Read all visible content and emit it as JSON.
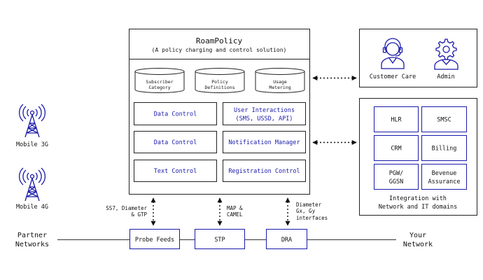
{
  "core": {
    "title": "RoamPolicy",
    "subtitle": "(A policy charging and control solution)",
    "databases": [
      {
        "line1": "Subscriber",
        "line2": "Category"
      },
      {
        "line1": "Policy",
        "line2": "Definitions"
      },
      {
        "line1": "Usage",
        "line2": "Metering"
      }
    ],
    "left_modules": [
      "Data Control",
      "Data Control",
      "Text Control"
    ],
    "right_modules": [
      {
        "line1": "User Interactions",
        "line2": "(SMS, USSD, API)"
      },
      {
        "line1": "Notification Manager",
        "line2": ""
      },
      {
        "line1": "Registration Control",
        "line2": ""
      }
    ]
  },
  "users": {
    "customer_care": "Customer Care",
    "admin": "Admin",
    "icons": [
      "headset-agent-icon",
      "gear-user-icon"
    ]
  },
  "integration": {
    "boxes": [
      {
        "line1": "HLR",
        "line2": ""
      },
      {
        "line1": "SMSC",
        "line2": ""
      },
      {
        "line1": "CRM",
        "line2": ""
      },
      {
        "line1": "Billing",
        "line2": ""
      },
      {
        "line1": "PGW/",
        "line2": "GGSN"
      },
      {
        "line1": "Bevenue",
        "line2": "Assurance"
      }
    ],
    "caption_line1": "Integration with",
    "caption_line2": "Network and IT domains"
  },
  "devices": [
    {
      "label": "Mobile 3G",
      "icon": "cell-tower-icon"
    },
    {
      "label": "Mobile 4G",
      "icon": "cell-tower-icon"
    }
  ],
  "bottom": {
    "partner_line1": "Partner",
    "partner_line2": "Networks",
    "your_line1": "Your",
    "your_line2": "Network",
    "nodes": [
      "Probe Feeds",
      "STP",
      "DRA"
    ],
    "interfaces": [
      {
        "line1": "SS7, Diameter",
        "line2": "& GTP",
        "line3": ""
      },
      {
        "line1": "MAP &",
        "line2": "CAMEL",
        "line3": ""
      },
      {
        "line1": "Diameter",
        "line2": "Gx, Gy",
        "line3": "interfaces"
      }
    ]
  },
  "colors": {
    "accent": "#1a1aaa",
    "line": "#222222",
    "text": "#111111"
  }
}
